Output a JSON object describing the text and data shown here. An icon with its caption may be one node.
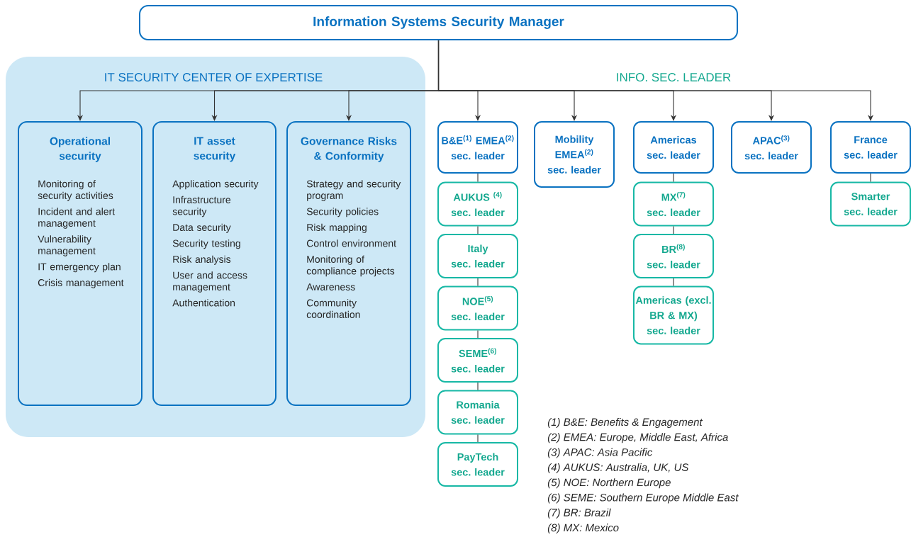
{
  "diagram": {
    "nodes": [
      {
        "text": [
          "Information Systems Security Manager"
        ]
      },
      {
        "text": [
          "IT SECURITY CENTER OF EXPERTISE"
        ]
      },
      {
        "text": [
          "Operational security",
          "Monitoring of security activities",
          "Incident and alert management",
          "Vulnerability management",
          "IT emergency plan",
          "Crisis management"
        ],
        "in": 1
      },
      {
        "text": [
          "IT asset security",
          "Application security",
          "Infrastructure security",
          "Data security",
          "Security testing",
          "Risk analysis",
          "User and access management",
          "Authentication"
        ],
        "in": 1
      },
      {
        "text": [
          "Governance Risks & Conformity",
          "Strategy and security program",
          "Security policies",
          "Risk mapping",
          "Control environment",
          "Monitoring of compliance projects",
          "Awareness",
          "Community coordination"
        ],
        "in": 1
      },
      {
        "text": [
          "B&E$^{(1)}$ EMEA$^{(2)}$",
          "sec. leader"
        ]
      },
      {
        "text": [
          "Mobility EMEA$^{(2)}$",
          "sec. leader"
        ]
      },
      {
        "text": [
          "Americas",
          "sec. leader"
        ]
      },
      {
        "text": [
          "APAC$^{(3)}$",
          "sec. leader"
        ]
      },
      {
        "text": [
          "France",
          "sec. leader"
        ]
      },
      {
        "text": [
          "AUKUS $^{(4)}$",
          "sec. leader"
        ]
      },
      {
        "text": [
          "Italy",
          "sec. leader"
        ]
      },
      {
        "text": [
          "NOE$^{(5)}$",
          "sec. leader"
        ]
      },
      {
        "text": [
          "SEME$^{(6)}$",
          "sec. leader"
        ]
      },
      {
        "text": [
          "Romania",
          "sec. leader"
        ]
      },
      {
        "text": [
          "PayTech",
          "sec. leader"
        ]
      },
      {
        "text": [
          "MX$^{(7)}$",
          "sec. leader"
        ]
      },
      {
        "text": [
          "BR$^{(8)}$",
          "sec. leader"
        ]
      },
      {
        "text": [
          "Americas (excl. BR & MX)",
          "sec. leader"
        ]
      },
      {
        "text": [
          "Smarter",
          "sec. leader"
        ]
      }
    ],
    "edges": [
      {
        "from": 0,
        "to": 2,
        "arrow": "to"
      },
      {
        "from": 0,
        "to": 3,
        "arrow": "to"
      },
      {
        "from": 0,
        "to": 4,
        "arrow": "to"
      },
      {
        "from": 0,
        "to": 5,
        "arrow": "to"
      },
      {
        "from": 0,
        "to": 6,
        "arrow": "to"
      },
      {
        "from": 0,
        "to": 7,
        "arrow": "to"
      },
      {
        "from": 0,
        "to": 8,
        "arrow": "to"
      },
      {
        "from": 0,
        "to": 9,
        "arrow": "to"
      },
      {
        "from": 5,
        "to": 10,
        "arrow": "none"
      },
      {
        "from": 10,
        "to": 11,
        "arrow": "none"
      },
      {
        "from": 11,
        "to": 12,
        "arrow": "none"
      },
      {
        "from": 12,
        "to": 13,
        "arrow": "none"
      },
      {
        "from": 13,
        "to": 14,
        "arrow": "none"
      },
      {
        "from": 14,
        "to": 15,
        "arrow": "none"
      },
      {
        "from": 7,
        "to": 16,
        "arrow": "none"
      },
      {
        "from": 16,
        "to": 17,
        "arrow": "none"
      },
      {
        "from": 17,
        "to": 18,
        "arrow": "none"
      },
      {
        "from": 9,
        "to": 19,
        "arrow": "none"
      }
    ],
    "labels": [
      "INFO. SEC. LEADER",
      "(1) B&E: Benefits & Engagement",
      "(2) EMEA: Europe, Middle East, Africa",
      "(3) APAC: Asia Pacific",
      "(4) AUKUS: Australia, UK, US",
      "(5) NOE: Northern Europe",
      "(6) SEME: Southern Europe Middle East",
      "(7) BR: Brazil",
      "(8) MX: Mexico"
    ]
  }
}
